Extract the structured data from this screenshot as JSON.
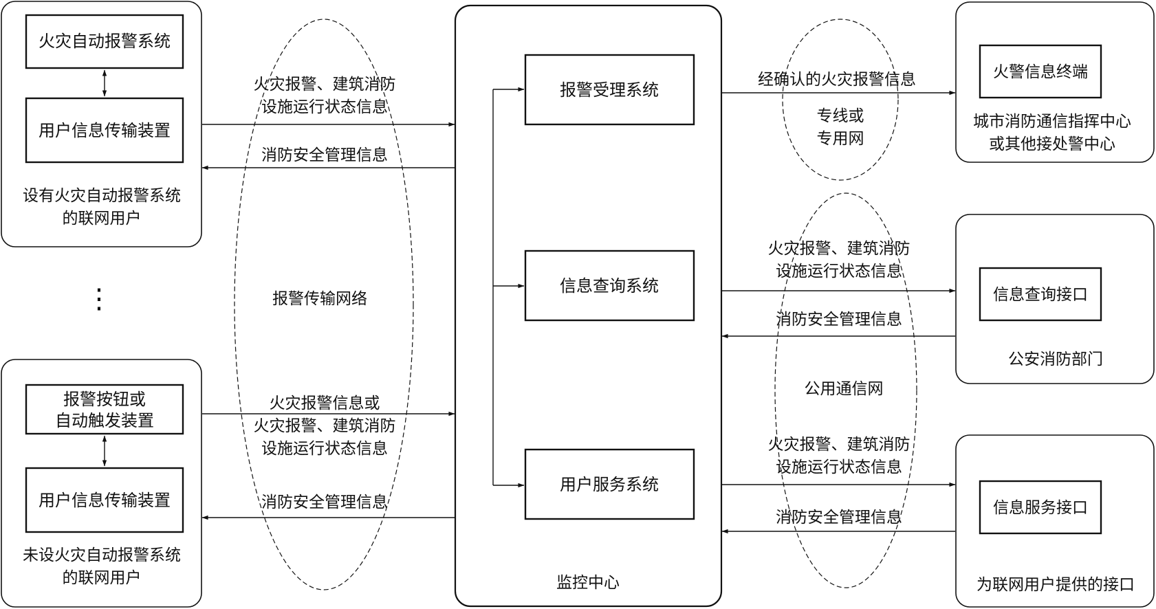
{
  "left_top_group": {
    "alarm_system": "火灾自动报警系统",
    "transmission_device": "用户信息传输装置",
    "caption_line1": "设有火灾自动报警系统",
    "caption_line2": "的联网用户"
  },
  "ellipsis": "⋮",
  "left_bottom_group": {
    "button_line1": "报警按钮或",
    "button_line2": "自动触发装置",
    "transmission_device": "用户信息传输装置",
    "caption_line1": "未设火灾自动报警系统",
    "caption_line2": "的联网用户"
  },
  "alarm_network": {
    "label": "报警传输网络",
    "top_in_line1": "火灾报警、建筑消防",
    "top_in_line2": "设施运行状态信息",
    "top_out": "消防安全管理信息",
    "bottom_in_line1": "火灾报警信息或",
    "bottom_in_line2": "火灾报警、建筑消防",
    "bottom_in_line3": "设施运行状态信息",
    "bottom_out": "消防安全管理信息"
  },
  "monitoring_center": {
    "label": "监控中心",
    "alarm_accept": "报警受理系统",
    "info_query": "信息查询系统",
    "user_service": "用户服务系统"
  },
  "dedicated_network": {
    "line1": "专线或",
    "line2": "专用网",
    "confirmed_alarm": "经确认的火灾报警信息"
  },
  "public_network": {
    "label": "公用通信网",
    "query_in_line1": "火灾报警、建筑消防",
    "query_in_line2": "设施运行状态信息",
    "query_out": "消防安全管理信息",
    "service_in_line1": "火灾报警、建筑消防",
    "service_in_line2": "设施运行状态信息",
    "service_out": "消防安全管理信息"
  },
  "right_top_group": {
    "terminal": "火警信息终端",
    "caption_line1": "城市消防通信指挥中心",
    "caption_line2": "或其他接处警中心"
  },
  "right_middle_group": {
    "interface": "信息查询接口",
    "caption": "公安消防部门"
  },
  "right_bottom_group": {
    "interface": "信息服务接口",
    "caption": "为联网用户提供的接口"
  }
}
